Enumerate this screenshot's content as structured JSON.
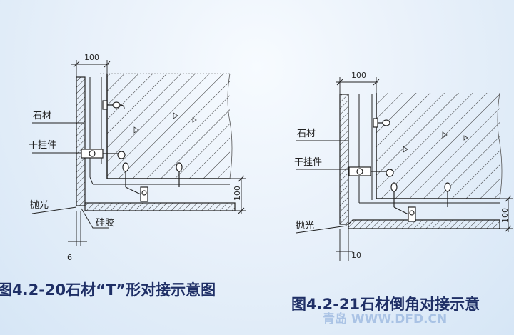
{
  "figure_left": {
    "dim_top": "100",
    "dim_side": "100",
    "dim_bottom": "6",
    "label_stone": "石材",
    "label_hanger": "干挂件",
    "label_polish": "抛光",
    "label_silicone": "硅胶",
    "caption": "图4.2-20石材“T”形对接示意图"
  },
  "figure_right": {
    "dim_top": "100",
    "dim_side": "100",
    "dim_bottom": "10",
    "label_stone": "石材",
    "label_hanger": "干挂件",
    "label_polish": "抛光",
    "caption": "图4.2-21石材倒角对接示意"
  },
  "watermark": "青岛 WWW.DFD.CN"
}
